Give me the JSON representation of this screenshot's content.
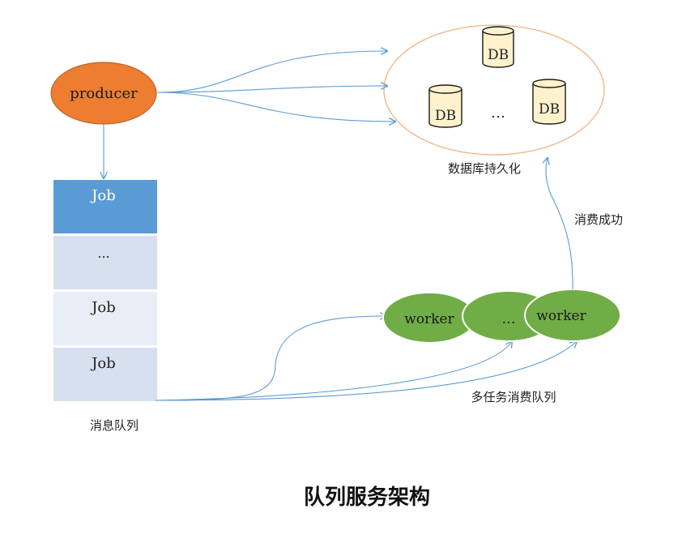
{
  "producer": {
    "label": "producer"
  },
  "database": {
    "caption": "数据库持久化",
    "cylinders": [
      "DB",
      "DB",
      "DB"
    ],
    "ellipsis": "…"
  },
  "queue": {
    "caption": "消息队列",
    "cells": [
      "Job",
      "...",
      "Job",
      "Job"
    ]
  },
  "workers": {
    "labels": [
      "worker",
      "…",
      "worker"
    ],
    "caption": "多任务消费队列"
  },
  "edges": {
    "consume_success": "消费成功"
  },
  "title": "队列服务架构",
  "colors": {
    "producer_fill": "#ED7D31",
    "producer_stroke": "#B85A1E",
    "worker_fill": "#70AD47",
    "queue_header": "#5B9BD5",
    "queue_cell_dark": "#D6E0EE",
    "queue_cell_light": "#E9EEF6",
    "db_fill": "#FFF2CC",
    "db_ellipse_stroke": "#F4B183",
    "arrow": "#5B9BD5"
  }
}
